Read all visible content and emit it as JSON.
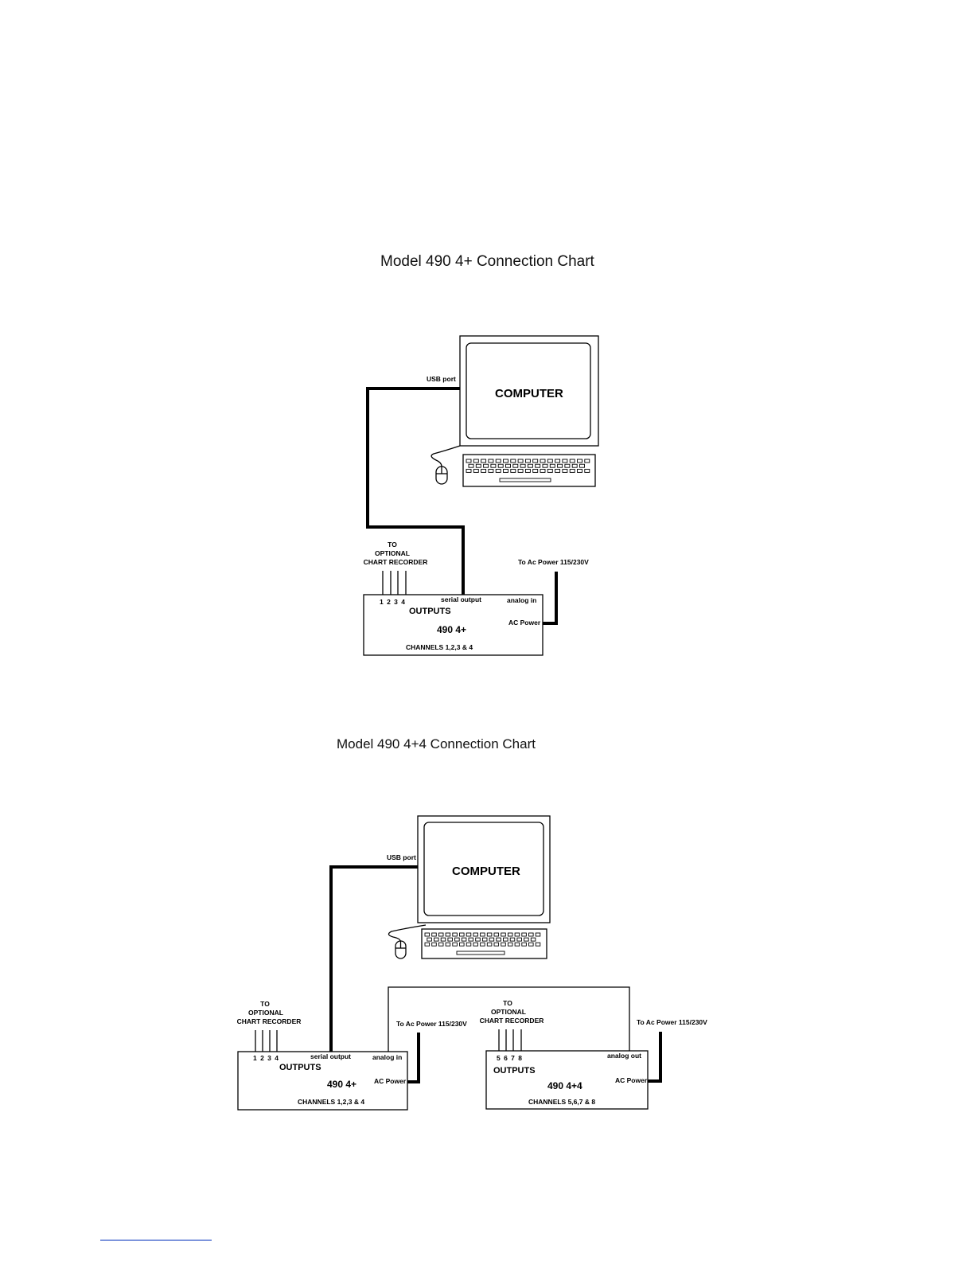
{
  "diagram1": {
    "title": "Model 490 4+ Connection Chart",
    "computer": "COMPUTER",
    "usb_port": "USB port",
    "chart_recorder": [
      "TO",
      "OPTIONAL",
      "CHART RECORDER"
    ],
    "ac_power_source": "To Ac Power 115/230V",
    "unit": {
      "channel_numbers": "1 2 3 4",
      "outputs": "OUTPUTS",
      "serial_output": "serial output",
      "analog_port": "analog in",
      "ac_power": "AC Power",
      "model": "490 4+",
      "channels": "CHANNELS 1,2,3 & 4"
    }
  },
  "diagram2": {
    "title": "Model 490 4+4 Connection Chart",
    "computer": "COMPUTER",
    "usb_port": "USB port",
    "unit_a": {
      "chart_recorder": [
        "TO",
        "OPTIONAL",
        "CHART RECORDER"
      ],
      "ac_power_source": "To Ac Power 115/230V",
      "channel_numbers": "1 2 3 4",
      "outputs": "OUTPUTS",
      "serial_output": "serial output",
      "analog_port": "analog in",
      "ac_power": "AC Power",
      "model": "490 4+",
      "channels": "CHANNELS 1,2,3 & 4"
    },
    "unit_b": {
      "chart_recorder": [
        "TO",
        "OPTIONAL",
        "CHART RECORDER"
      ],
      "ac_power_source": "To Ac Power 115/230V",
      "channel_numbers": "5 6 7 8",
      "outputs": "OUTPUTS",
      "analog_port": "analog out",
      "ac_power": "AC Power",
      "model": "490 4+4",
      "channels": "CHANNELS 5,6,7 & 8"
    }
  },
  "colors": {
    "line": "#000000",
    "footer_rule": "#2f55c8"
  }
}
